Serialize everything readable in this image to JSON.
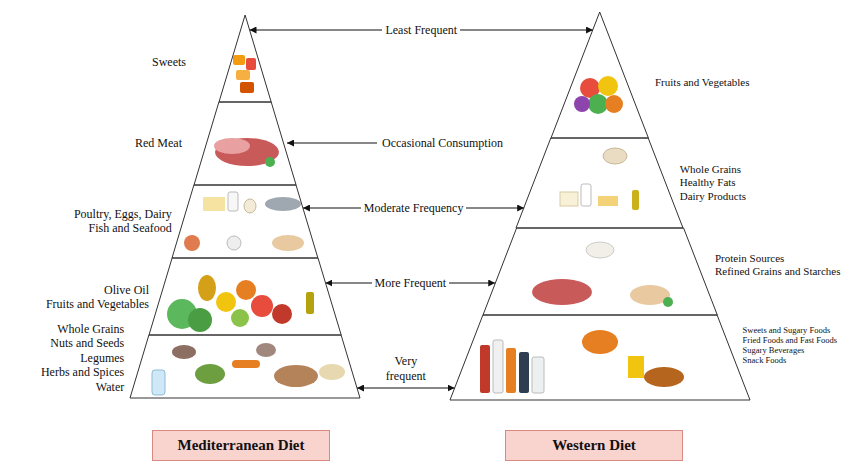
{
  "diagram": {
    "nodes": [
      {
        "text": [
          "Sweets"
        ]
      },
      {
        "text": [
          "Red Meat"
        ]
      },
      {
        "text": [
          "Poultry, Eggs, Dairy",
          "Fish and Seafood"
        ]
      },
      {
        "text": [
          "Olive Oil",
          "Fruits and Vegetables"
        ]
      },
      {
        "text": [
          "Whole Grains",
          "Nuts and Seeds",
          "Legumes",
          "Herbs and Spices",
          "Water"
        ]
      },
      {
        "text": [
          "Fruits and Vegetables"
        ]
      },
      {
        "text": [
          "Whole Grains",
          "Healthy Fats",
          "Dairy Products"
        ]
      },
      {
        "text": [
          "Protein Sources",
          "Refined Grains and Starches"
        ]
      },
      {
        "text": [
          "Sweets and Sugary Foods",
          "Fried Foods and Fast Foods",
          "Sugary Beverages",
          "Snack Foods"
        ]
      },
      {
        "text": [
          "Mediterranean Diet"
        ]
      },
      {
        "text": [
          "Western Diet"
        ]
      }
    ],
    "edges": [
      {
        "from": 0,
        "to": 5,
        "arrow": "both",
        "label": "Least Frequent"
      },
      {
        "from": 2,
        "to": 6,
        "arrow": "both",
        "label": "Moderate Frequency"
      },
      {
        "from": 3,
        "to": 7,
        "arrow": "both",
        "label": "More Frequent"
      },
      {
        "from": 4,
        "to": 8,
        "arrow": "both",
        "label": "Very frequent"
      }
    ],
    "labels": [
      "Occasional Consumption"
    ]
  }
}
